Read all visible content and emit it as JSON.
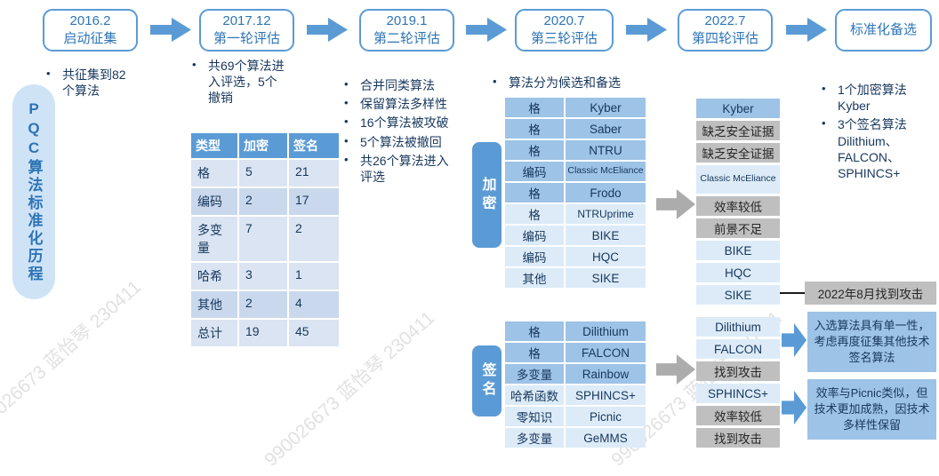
{
  "title": "PQC算法标准化历程",
  "watermark": "990026673 蓝怡琴 230411",
  "timeline": [
    {
      "date": "2016.2",
      "label": "启动征集"
    },
    {
      "date": "2017.12",
      "label": "第一轮评估"
    },
    {
      "date": "2019.1",
      "label": "第二轮评估"
    },
    {
      "date": "2020.7",
      "label": "第三轮评估"
    },
    {
      "date": "2022.7",
      "label": "第四轮评估"
    },
    {
      "label": "标准化备选"
    }
  ],
  "round1": {
    "bullets": [
      "共征集到82个算法"
    ]
  },
  "round2": {
    "bullets": [
      "共69个算法进入评选，5个撤销"
    ],
    "table": {
      "headers": [
        "类型",
        "加密",
        "签名"
      ],
      "rows": [
        [
          "格",
          "5",
          "21"
        ],
        [
          "编码",
          "2",
          "17"
        ],
        [
          "多变量",
          "7",
          "2"
        ],
        [
          "哈希",
          "3",
          "1"
        ],
        [
          "其他",
          "2",
          "4"
        ],
        [
          "总计",
          "19",
          "45"
        ]
      ]
    }
  },
  "round3": {
    "bullets": [
      "合并同类算法",
      "保留算法多样性",
      "16个算法被攻破",
      "5个算法被撤回",
      "共26个算法进入评选"
    ]
  },
  "round4": {
    "bullets": [
      "算法分为候选和备选"
    ]
  },
  "encryption": {
    "label": "加密",
    "round3_rows": [
      {
        "type": "格",
        "name": "Kyber",
        "tier": "candidate"
      },
      {
        "type": "格",
        "name": "Saber",
        "tier": "candidate"
      },
      {
        "type": "格",
        "name": "NTRU",
        "tier": "candidate"
      },
      {
        "type": "编码",
        "name": "Classic McEliance",
        "tier": "candidate",
        "fs": "xs"
      },
      {
        "type": "格",
        "name": "Frodo",
        "tier": "candidate"
      },
      {
        "type": "格",
        "name": "NTRUprime",
        "tier": "alternate",
        "fs": "sm"
      },
      {
        "type": "编码",
        "name": "BIKE",
        "tier": "alternate"
      },
      {
        "type": "编码",
        "name": "HQC",
        "tier": "alternate"
      },
      {
        "type": "其他",
        "name": "SIKE",
        "tier": "alternate"
      }
    ],
    "round4_rows": [
      {
        "text": "Kyber",
        "status": "selected"
      },
      {
        "text": "缺乏安全证据",
        "status": "out"
      },
      {
        "text": "缺乏安全证据",
        "status": "out"
      },
      {
        "text": "Classic McEliance",
        "status": "alive",
        "fs": "xs"
      },
      {
        "text": "效率较低",
        "status": "out"
      },
      {
        "text": "前景不足",
        "status": "out"
      },
      {
        "text": "BIKE",
        "status": "alive"
      },
      {
        "text": "HQC",
        "status": "alive"
      },
      {
        "text": "SIKE",
        "status": "alive"
      }
    ],
    "sike_note": "2022年8月找到攻击"
  },
  "signature": {
    "label": "签名",
    "round3_rows": [
      {
        "type": "格",
        "name": "Dilithium",
        "tier": "candidate"
      },
      {
        "type": "格",
        "name": "FALCON",
        "tier": "candidate"
      },
      {
        "type": "多变量",
        "name": "Rainbow",
        "tier": "candidate"
      },
      {
        "type": "哈希函数",
        "name": "SPHINCS+",
        "tier": "alternate"
      },
      {
        "type": "零知识",
        "name": "Picnic",
        "tier": "alternate"
      },
      {
        "type": "多变量",
        "name": "GeMMS",
        "tier": "alternate"
      }
    ],
    "round4_rows": [
      {
        "text": "Dilithium",
        "status": "alive"
      },
      {
        "text": "FALCON",
        "status": "alive"
      },
      {
        "text": "找到攻击",
        "status": "out"
      },
      {
        "text": "SPHINCS+",
        "status": "alive"
      },
      {
        "text": "效率较低",
        "status": "out"
      },
      {
        "text": "找到攻击",
        "status": "out"
      }
    ],
    "notes": [
      "入选算法具有单一性，考虑再度征集其他技术签名算法",
      "效率与Picnic类似，但技术更加成熟，因技术多样性保留"
    ]
  },
  "final": {
    "bullets": [
      "1个加密算法Kyber",
      "3个签名算法Dilithium、FALCON、SPHINCS+"
    ]
  },
  "colors": {
    "accent_blue": "#5B9BD5",
    "candidate_blue": "#9DC3E6",
    "alternate_blue": "#DCEBF7",
    "eliminated_gray": "#BFBFBF",
    "band_light": "#DAE4F2",
    "band_dark": "#C9D8EC",
    "navy_text": "#17375D",
    "timeline_text": "#2E75B6",
    "left_pill_bg": "#CFE3F7"
  }
}
